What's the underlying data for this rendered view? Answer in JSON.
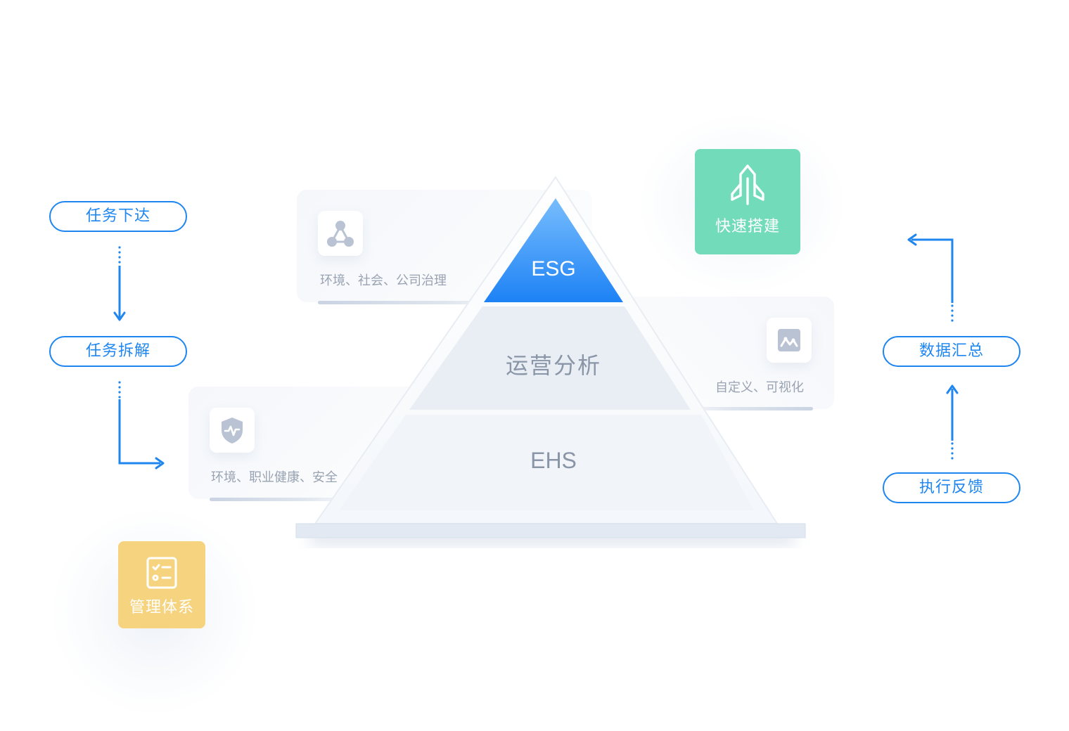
{
  "left_flow": {
    "step1": "任务下达",
    "step2": "任务拆解"
  },
  "right_flow": {
    "step1": "数据汇总",
    "step2": "执行反馈"
  },
  "pyramid": {
    "top": "ESG",
    "middle": "运营分析",
    "bottom": "EHS"
  },
  "panels": {
    "esg_desc": "环境、社会、公司治理",
    "analysis_desc": "自定义、可视化",
    "ehs_desc": "环境、职业健康、安全"
  },
  "cards": {
    "quick_build": "快速搭建",
    "management_system": "管理体系"
  },
  "colors": {
    "accent_blue": "#1f86f0",
    "green_card": "#72dbb9",
    "yellow_card": "#f6d47f",
    "pyramid_top": "#2d8ff7"
  },
  "icons": {
    "esg_tile": "network-nodes-icon",
    "analysis_tile": "line-chart-icon",
    "ehs_tile": "shield-pulse-icon",
    "quick_build": "rocket-icon",
    "management_system": "checklist-icon"
  }
}
